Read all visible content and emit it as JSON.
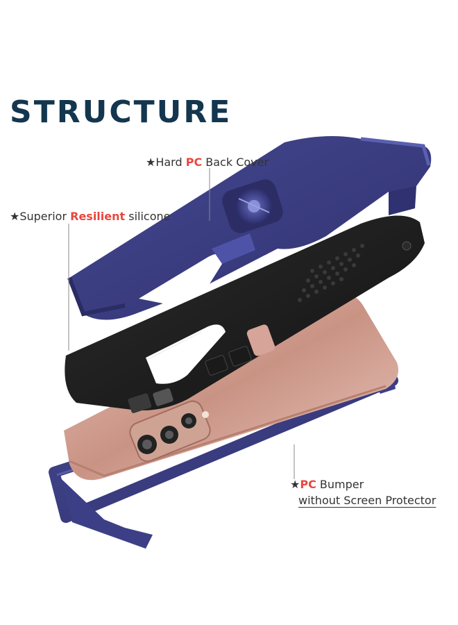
{
  "title": "STRUCTURE",
  "labels": {
    "back_cover": {
      "star": "★",
      "pre": "Hard ",
      "accent": "PC",
      "post": " Back Cover"
    },
    "silicone": {
      "star": "★",
      "pre": "Superior ",
      "accent": "Resilient",
      "post": " silicone"
    },
    "bumper": {
      "star": "★",
      "accent": "PC",
      "post": " Bumper",
      "line2": "without Screen Protector"
    }
  },
  "colors": {
    "title": "#14364f",
    "accent": "#e8473f",
    "case_navy": "#3d3f86",
    "silicone_black": "#1e1e1e",
    "phone_rose": "#d8aca0"
  }
}
